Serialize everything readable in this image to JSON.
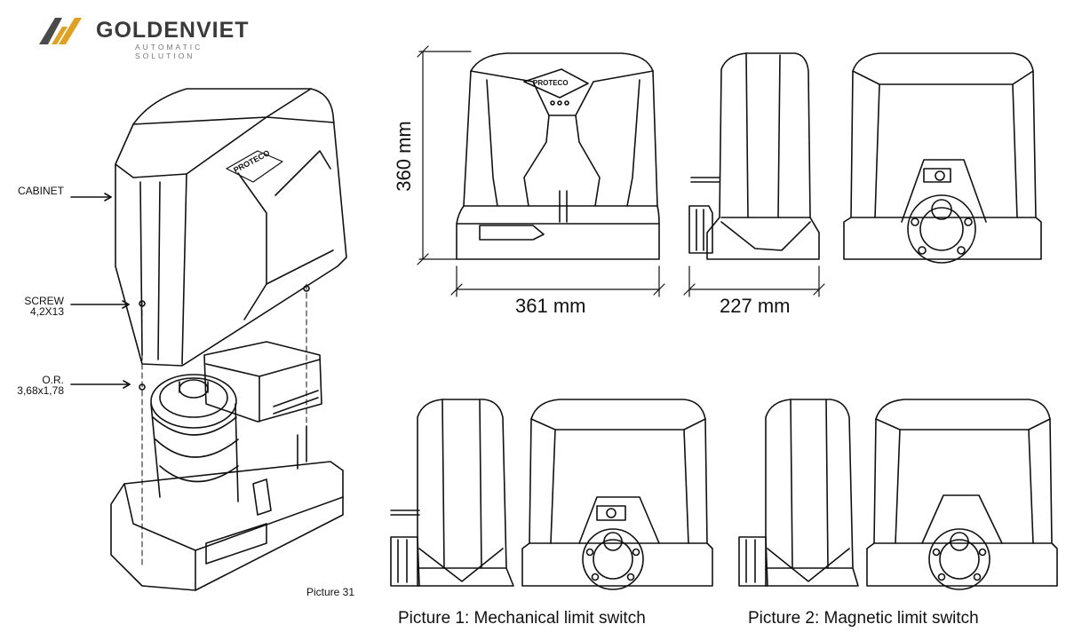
{
  "brand": {
    "name": "GOLDENVIET",
    "tagline": "AUTOMATIC SOLUTION",
    "accent": "#e0a020",
    "dark": "#444444"
  },
  "exploded_view": {
    "labels": {
      "cabinet": "CABINET",
      "screw_1": "SCREW",
      "screw_2": "4,2X13",
      "or_1": "O.R.",
      "or_2": "3,68x1,78"
    },
    "caption": "Picture 31",
    "logo_text": "PROTECO"
  },
  "dimensions": {
    "height": "360 mm",
    "width": "361 mm",
    "depth": "227 mm"
  },
  "captions": {
    "picture_1": "Picture 1: Mechanical limit switch",
    "picture_2": "Picture 2: Magnetic limit switch"
  }
}
